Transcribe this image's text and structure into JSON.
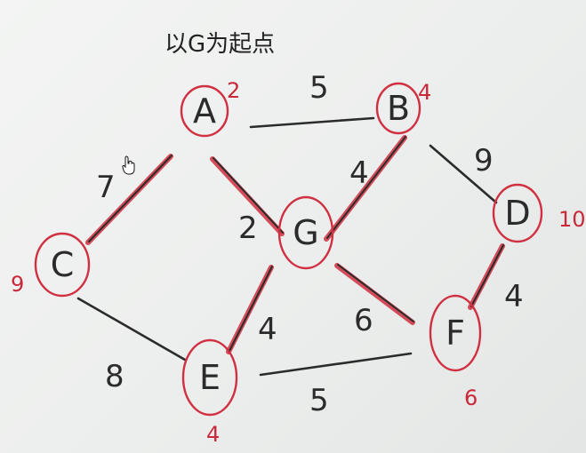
{
  "title": "以G为起点",
  "colors": {
    "ink": "#2b2b2b",
    "highlight": "#d03040",
    "distance": "#c8283a",
    "paper": "#eceeed"
  },
  "nodes": [
    {
      "id": "A",
      "label": "A",
      "distance": "2"
    },
    {
      "id": "B",
      "label": "B",
      "distance": "4"
    },
    {
      "id": "C",
      "label": "C",
      "distance": "9"
    },
    {
      "id": "D",
      "label": "D",
      "distance": "10"
    },
    {
      "id": "E",
      "label": "E",
      "distance": "4"
    },
    {
      "id": "F",
      "label": "F",
      "distance": "6"
    },
    {
      "id": "G",
      "label": "G",
      "distance": ""
    }
  ],
  "edges": [
    {
      "from": "A",
      "to": "B",
      "weight": "5",
      "highlighted": false
    },
    {
      "from": "A",
      "to": "C",
      "weight": "7",
      "highlighted": true
    },
    {
      "from": "A",
      "to": "G",
      "weight": "2",
      "highlighted": true
    },
    {
      "from": "B",
      "to": "G",
      "weight": "4",
      "highlighted": true
    },
    {
      "from": "B",
      "to": "D",
      "weight": "9",
      "highlighted": false
    },
    {
      "from": "C",
      "to": "E",
      "weight": "8",
      "highlighted": false
    },
    {
      "from": "G",
      "to": "E",
      "weight": "4",
      "highlighted": true
    },
    {
      "from": "G",
      "to": "F",
      "weight": "6",
      "highlighted": true
    },
    {
      "from": "D",
      "to": "F",
      "weight": "4",
      "highlighted": true
    },
    {
      "from": "E",
      "to": "F",
      "weight": "5",
      "highlighted": false
    }
  ],
  "cursor_icon": "hand-pointer-icon"
}
